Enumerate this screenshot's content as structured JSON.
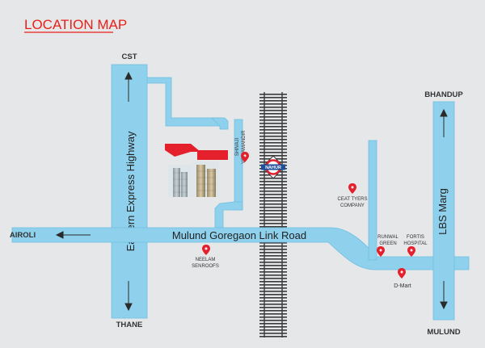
{
  "title": "LOCATION MAP",
  "colors": {
    "background": "#e6e7e9",
    "road": "#8fd1ec",
    "road_edge": "#6cbfe2",
    "title": "#e8201a",
    "marker": "#e3202c",
    "plot": "#e3202c",
    "station_ring": "#e3202c",
    "station_bar": "#1f4e9a",
    "label": "#333333",
    "arrow": "#2a2a2a"
  },
  "roads": {
    "eastern_express_highway": "Eastern Express Highway",
    "mulund_goregaon_link_road": "Mulund Goregaon Link Road",
    "lbs_marg": "LBS Marg"
  },
  "directions": {
    "cst": "CST",
    "thane": "THANE",
    "airoli": "AIROLI",
    "bhandup": "BHANDUP",
    "mulund": "MULUND"
  },
  "landmarks": {
    "shivaji_line1": "SHIVAJI",
    "shivaji_line2": "VIDYAMANDIR",
    "nahur": "NAHUR",
    "ceat_line1": "CEAT TYERS",
    "ceat_line2": "COMPANY",
    "neelam_line1": "NEELAM",
    "neelam_line2": "SENROOFS",
    "runwal_line1": "RUNWAL",
    "runwal_line2": "GREEN",
    "fortis_line1": "FORTIS",
    "fortis_line2": "HOSPITAL",
    "dmart": "D-Mart"
  },
  "icons": [
    "map-marker-icon",
    "railway-station-icon",
    "direction-arrow-icon",
    "building-image"
  ]
}
